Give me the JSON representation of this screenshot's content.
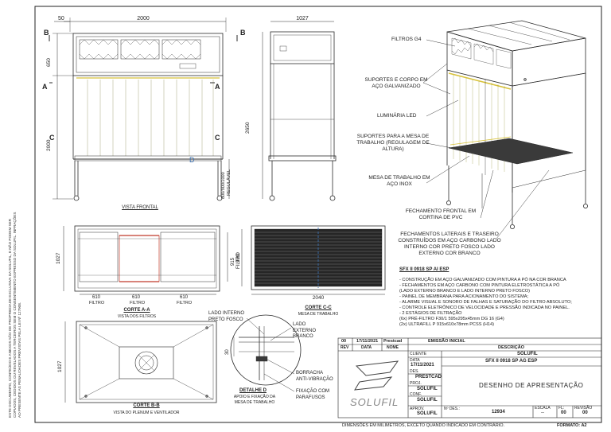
{
  "front_view": {
    "dim_top_left": "50",
    "dim_width": "2000",
    "dim_650": "650",
    "dim_2000": "2000",
    "dim_2650": "2650",
    "dim_work_height": "800/900/1000",
    "work_height_label": "REGULÁVEL",
    "sec_b": "B",
    "sec_a": "A",
    "sec_c": "C",
    "sec_d": "D",
    "label": "VISTA FRONTAL"
  },
  "side_view": {
    "dim_depth": "1027"
  },
  "filter_view": {
    "dim_1027": "1027",
    "dim_915": "915",
    "dim_filter_label": "FILTRO",
    "dim_610": "610",
    "bottom_label": "FILTRO",
    "title": "CORTE A-A",
    "subtitle": "VISTA DOS FILTROS"
  },
  "section_cc": {
    "dim_920": "920",
    "dim_2040": "2040",
    "title": "CORTE C-C",
    "subtitle": "MESA DE TRABALHO"
  },
  "section_bb": {
    "dim_1027": "1027",
    "title": "CORTE B-B",
    "subtitle": "VISTA DO PLENUM E VENTILADOR"
  },
  "detail_d": {
    "callout_inner": "LADO INTERNO PRETO FOSCO",
    "callout_outer": "LADO EXTERNO BRANCO",
    "dim_30": "30",
    "callout_rubber": "BORRACHA ANTI-VIBRAÇÃO",
    "callout_screws": "FIXAÇÃO COM PARAFUSOS",
    "title": "DETALHE D",
    "subtitle": "APOIO E FIXAÇÃO DA MESA DE TRABALHO"
  },
  "iso_labels": {
    "filters": "FILTROS G4",
    "supports": "SUPORTES E CORPO EM AÇO GALVANIZADO",
    "led": "LUMINÁRIA LED",
    "table_supports": "SUPORTES PARA A MESA DE TRABALHO (REGULAGEM DE ALTURA)",
    "table": "MESA DE TRABALHO EM AÇO INOX",
    "front_closure": "FECHAMENTO FRONTAL EM CORTINA DE PVC",
    "side_closure": "FECHAMENTOS LATERAIS E TRASEIRO CONSTRUÍDOS EM AÇO CARBONO LADO INTERNO COR PRETO FOSCO LADO EXTERNO COR BRANCO"
  },
  "specs": {
    "model": "SFX II 0918 SP AI ESP",
    "lines": [
      "- CONSTRUÇÃO EM AÇO GALVANIZADO COM PINTURA A PÓ NA COR BRANCA",
      "- FECHAMENTOS EM AÇO CARBONO COM PINTURA ELETROSTÁTICA A PÓ",
      "(LADO EXTERNO BRANCO E LADO INTERNO PRETO FOSCO)",
      "- PAINEL DE MEMBRANA PARA ACIONAMENTO DO SISTEMA;",
      "- ALARME VISUAL E SONORO DE FALHAS E SATURAÇÃO DO FILTRO ABSOLUTO;",
      "- CONTROLE ELETRÔNICO DE VELOCIDADE E PRESSÃO INDICADA NO PAINEL.",
      "- 2 ESTÁGIOS DE FILTRAÇÃO",
      "(6x) PRÉ-FILTRO F30/1 595x295x45mm DG 16 (G4)",
      "(2x) ULTRAFILL P 915x610x78mm PCSS (H14)"
    ]
  },
  "title_block": {
    "rev": "00",
    "rev_date": "17/11/2021",
    "rev_by": "Prestcad",
    "rev_desc": "EMISSÃO INICIAL",
    "h_rev": "REV",
    "h_data": "DATA",
    "h_nome": "NOME",
    "h_desc": "DESCRIÇÃO",
    "lbl_cliente": "CLIENTE",
    "cliente": "SOLUFIL",
    "lbl_data": "DATA",
    "data": "17/11/2021",
    "lbl_des": "DES.",
    "des": "PRESTCAD",
    "lbl_proj": "PROJ.",
    "proj": "SOLUFIL",
    "lbl_conf": "CONF.",
    "conf": "SOLUFIL",
    "lbl_aprov": "APROV.",
    "aprov": "SOLUFIL",
    "model_code": "SFX II 0918 SP AG ESP",
    "drawing_title": "DESENHO DE APRESENTAÇÃO",
    "lbl_ndes": "Nº DES.:",
    "ndes": "12934",
    "lbl_escala": "ESCALA",
    "escala": "--",
    "lbl_fl": "FL:",
    "fl": "00",
    "lbl_revisao": "REVISÃO",
    "revisao": "00",
    "brand": "SOLUFIL"
  },
  "footer": {
    "note": "DIMENSÕES EM MILIMETROS, EXCETO QUANDO INDICADO EM CONTRÁRIO.",
    "format": "FORMATO: A2"
  },
  "side_note": "ESTE DOCUMENTO, CONTEÚDO E ANEXOS SÃO DE PROPRIEDADE EXCLUSIVA DA SOLUFIL, E NÃO PODEM SER COPIADOS, CEDIDOS OU REVELADOS A TERCEIROS SEM O CONSENTIMENTO EXPRESSO DA SOLUFIL. INFRAÇÕES AO PRESENTE AS PENALIDADES PREVISTAS PELA LEI Nº 127908.",
  "colors": {
    "line": "#2a2a2a",
    "accent_red": "#c0392b",
    "accent_yellow": "#d8c23a",
    "accent_blue": "#3a6fb0"
  }
}
